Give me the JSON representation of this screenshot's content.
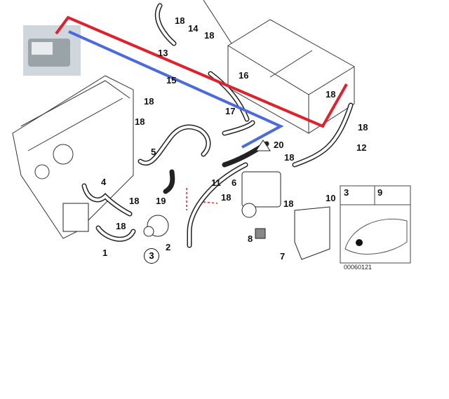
{
  "diagram": {
    "labels": [
      "18",
      "14",
      "18",
      "13",
      "15",
      "16",
      "18",
      "18",
      "17",
      "5",
      "20",
      "18",
      "12",
      "18",
      "18",
      "4",
      "11",
      "6",
      "19",
      "18",
      "18",
      "10",
      "18",
      "18",
      "1",
      "2",
      "8",
      "7",
      "3",
      "9"
    ],
    "circled_label": "3",
    "code": "00060121",
    "colors": {
      "feed_line": "#e0202a",
      "return_line": "#4a6ae0"
    }
  }
}
